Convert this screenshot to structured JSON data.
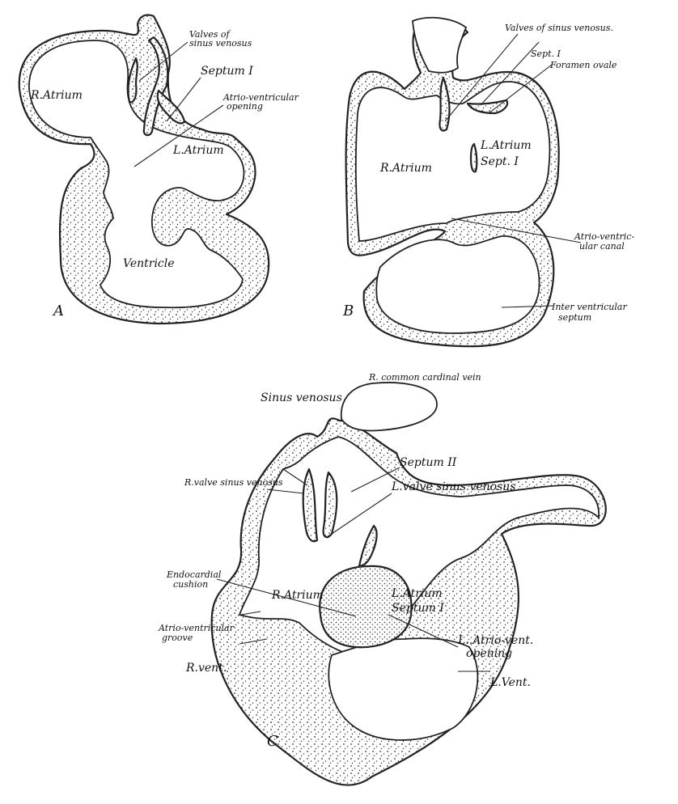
{
  "panels": {
    "a": {
      "letter": "A",
      "labels": {
        "valves_line1": "Valves of",
        "valves_line2": "sinus venosus",
        "septum": "Septum I",
        "av_line1": "Atrio-ventricular",
        "av_line2": "opening",
        "r_atrium": "R.Atrium",
        "l_atrium": "L.Atrium",
        "ventricle": "Ventricle"
      }
    },
    "b": {
      "letter": "B",
      "labels": {
        "valves": "Valves of sinus venosus.",
        "sept_top": "Sept. I",
        "foramen": "Foramen ovale",
        "l_atrium": "L.Atrium",
        "sept_mid": "Sept. I",
        "r_atrium": "R.Atrium",
        "canal_line1": "Atrio-ventric-",
        "canal_line2": "ular canal",
        "iv_line1": "Inter ventricular",
        "iv_line2": "septum"
      }
    },
    "c": {
      "letter": "C",
      "labels": {
        "cardinal": "R. common cardinal vein",
        "sinus": "Sinus venosus",
        "septum2": "Septum II",
        "r_valve": "R.valve sinus venosus",
        "l_valve": "L.valve sinus venosus",
        "endo_line1": "Endocardial",
        "endo_line2": "cushion",
        "r_atrium": "R.Atrium",
        "l_atrium": "L.Atrium",
        "septum1": "Septum I",
        "groove_line1": "Atrio-ventricular",
        "groove_line2": "groove",
        "r_vent": "R.vent.",
        "l_opening_line1": "L..Atrio-vent.",
        "l_opening_line2": "opening",
        "l_vent": "L.Vent."
      }
    }
  }
}
